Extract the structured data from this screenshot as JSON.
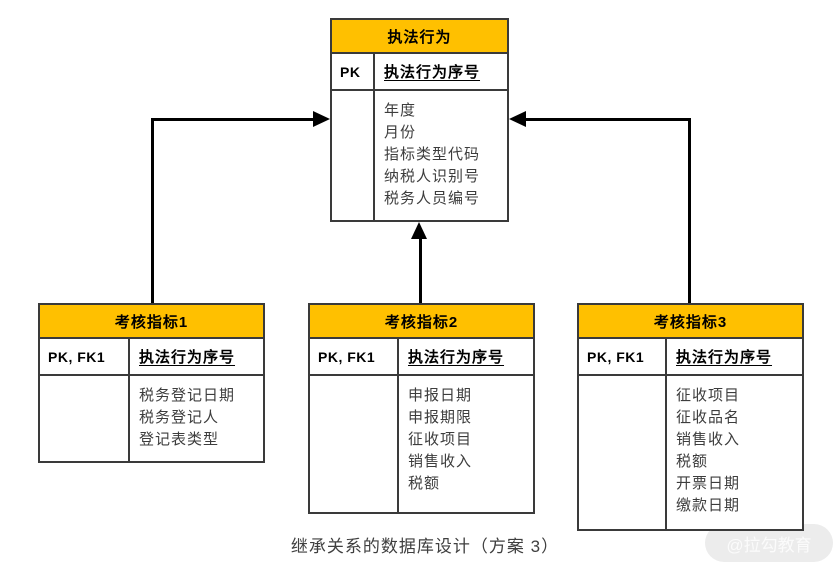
{
  "diagram": {
    "caption": "继承关系的数据库设计（方案 3）",
    "watermark": "@拉勾教育",
    "colors": {
      "header_fill": "#FFC000",
      "table_border": "#3a3a3a",
      "connector": "#000000",
      "attr_text": "#3d3d3d"
    },
    "parent": {
      "title": "执法行为",
      "key_label": "PK",
      "key_attr": "执法行为序号",
      "attrs": [
        "年度",
        "月份",
        "指标类型代码",
        "纳税人识别号",
        "税务人员编号"
      ]
    },
    "children": [
      {
        "title": "考核指标1",
        "key_label": "PK, FK1",
        "key_attr": "执法行为序号",
        "attrs": [
          "税务登记日期",
          "税务登记人",
          "登记表类型"
        ]
      },
      {
        "title": "考核指标2",
        "key_label": "PK, FK1",
        "key_attr": "执法行为序号",
        "attrs": [
          "申报日期",
          "申报期限",
          "征收项目",
          "销售收入",
          "税额"
        ]
      },
      {
        "title": "考核指标3",
        "key_label": "PK, FK1",
        "key_attr": "执法行为序号",
        "attrs": [
          "征收项目",
          "征收品名",
          "销售收入",
          "税额",
          "开票日期",
          "缴款日期"
        ]
      }
    ]
  }
}
